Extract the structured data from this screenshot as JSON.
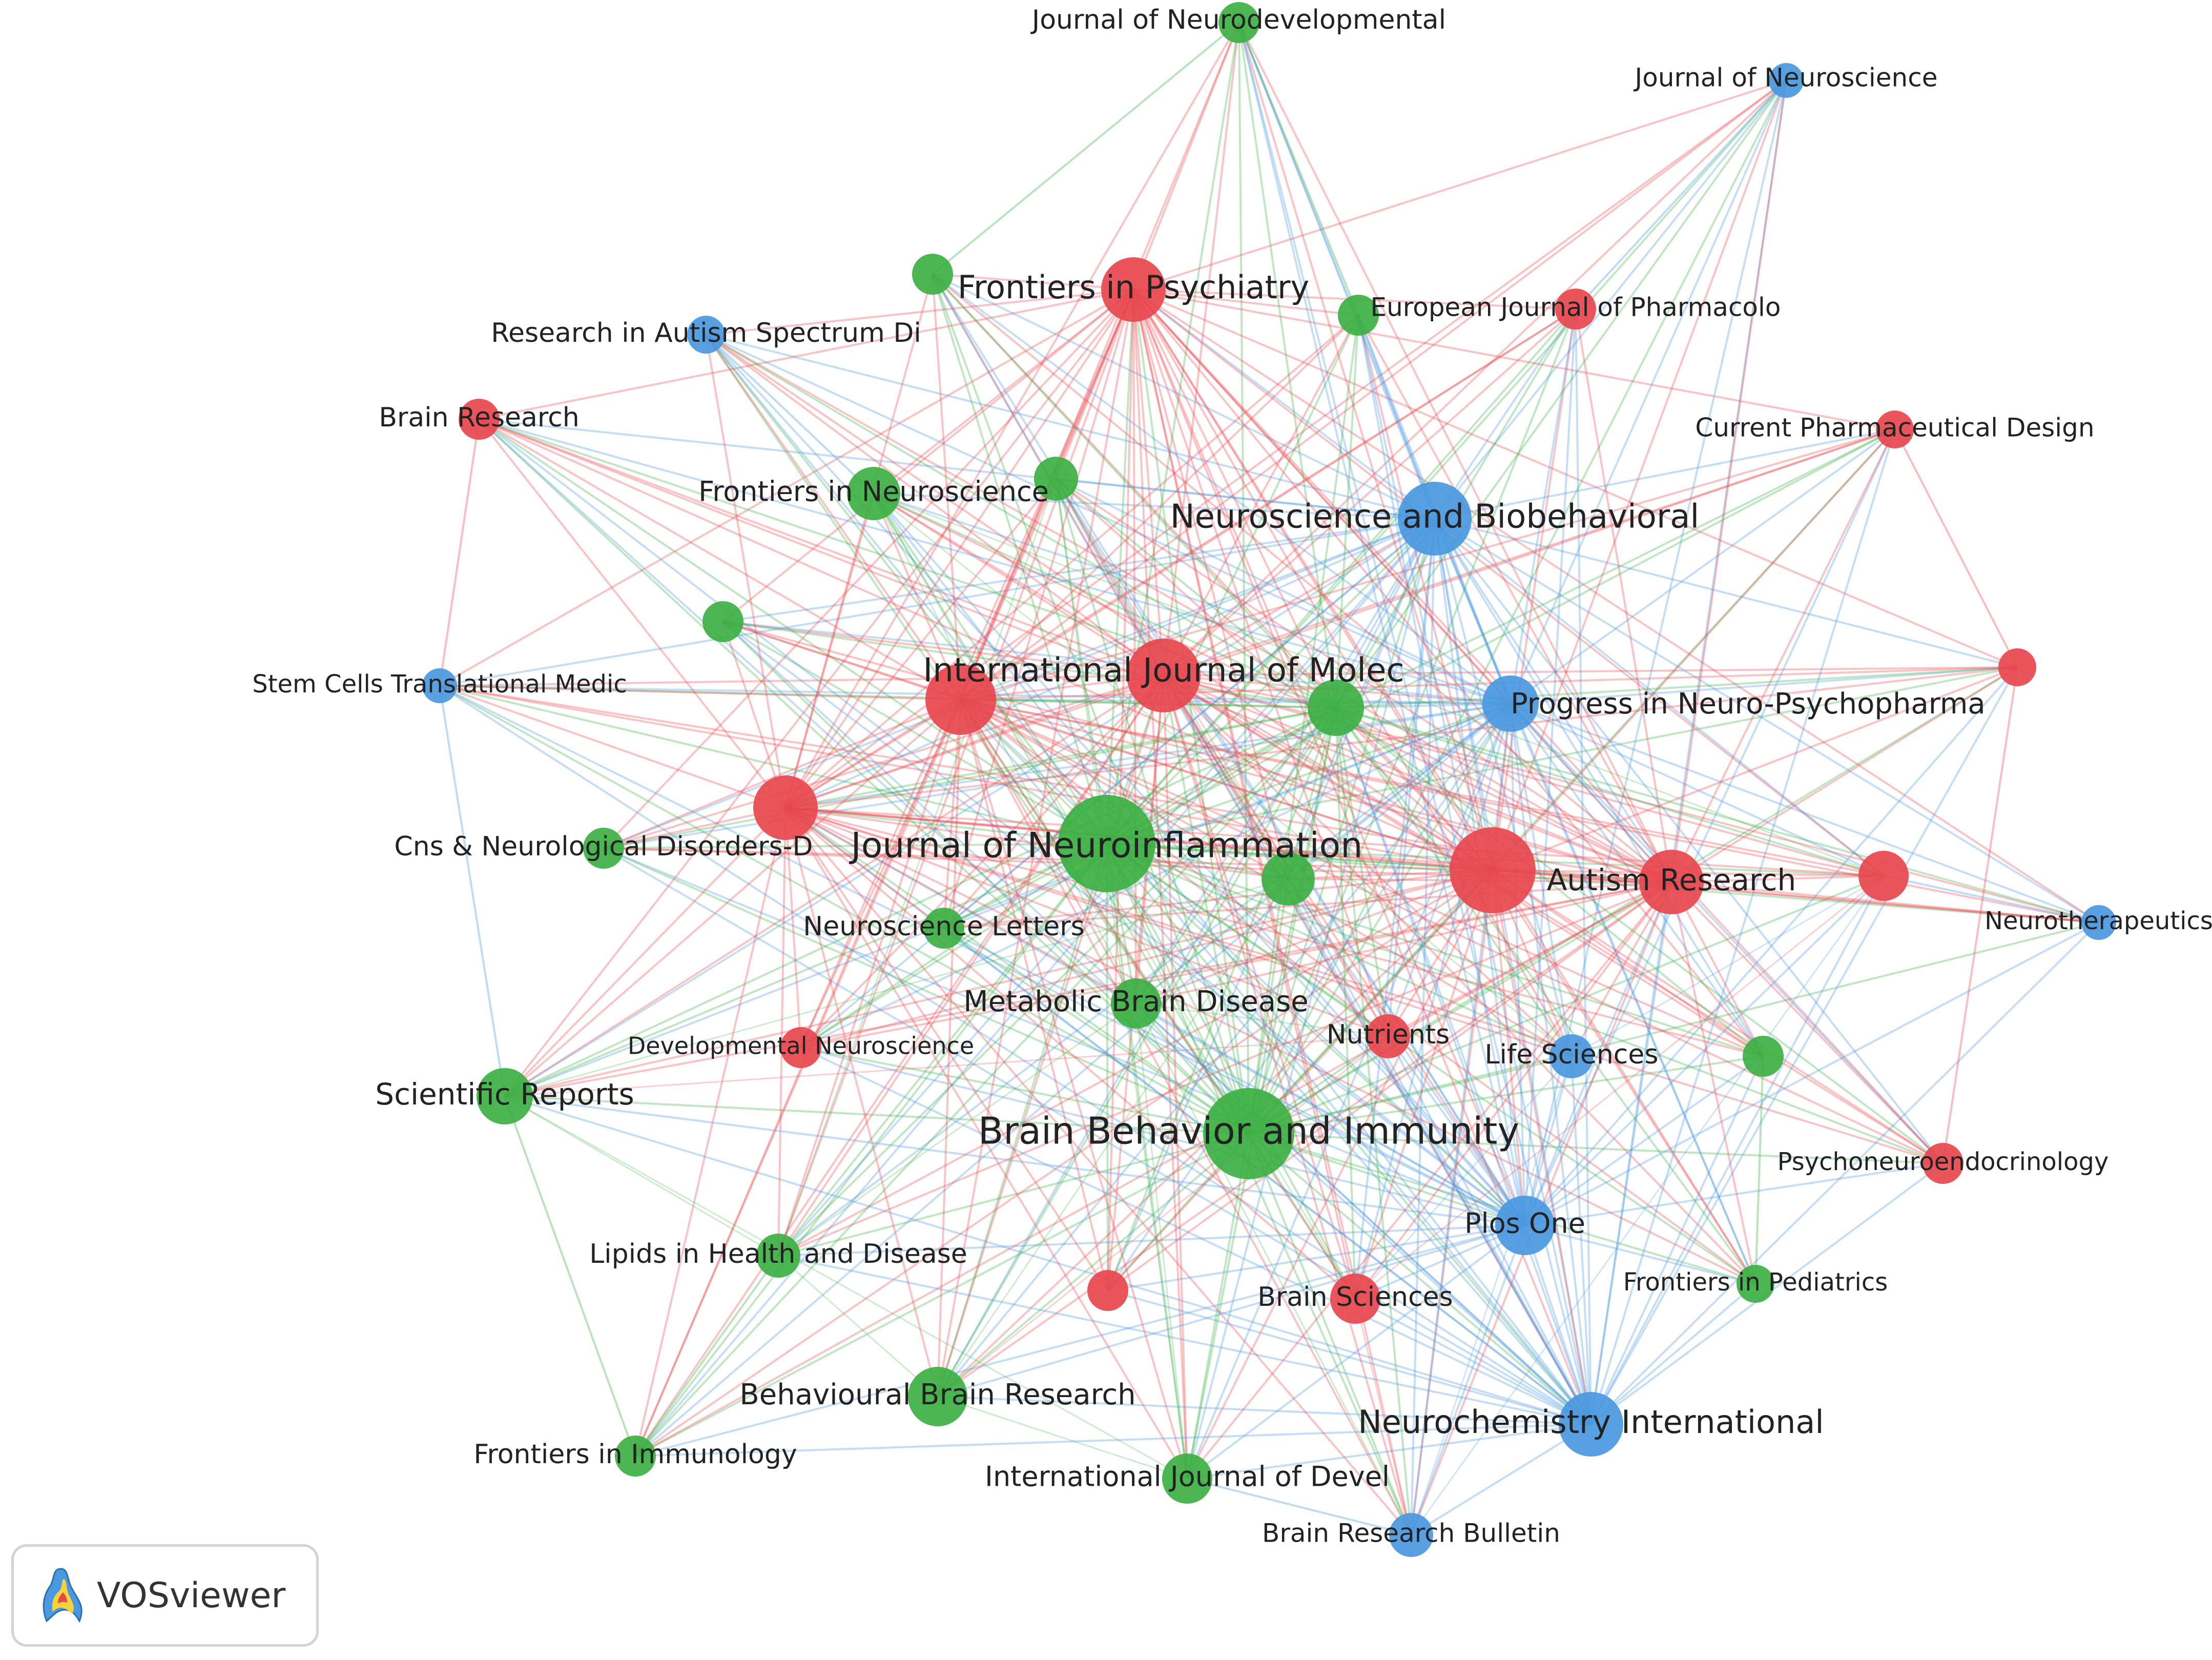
{
  "colors": {
    "cluster_1": "#e8474e",
    "cluster_2": "#3cb043",
    "cluster_3": "#4a98e0",
    "background": "#ffffff"
  },
  "nodes": [
    {
      "id": "j-neurodevelopmental",
      "label": "Journal of Neurodevelopmental",
      "cluster": 2,
      "weight": 0.45
    },
    {
      "id": "j-neuroscience",
      "label": "Journal of Neuroscience",
      "cluster": 3,
      "weight": 0.35
    },
    {
      "id": "frontiers-psychiatry",
      "label": "Frontiers in Psychiatry",
      "cluster": 1,
      "weight": 0.85
    },
    {
      "id": "european-pharmacolo",
      "label": "European Journal of Pharmacolo",
      "cluster": 1,
      "weight": 0.45
    },
    {
      "id": "research-autism",
      "label": "Research in Autism Spectrum Di",
      "cluster": 3,
      "weight": 0.4
    },
    {
      "id": "brain-research",
      "label": "Brain Research",
      "cluster": 1,
      "weight": 0.45
    },
    {
      "id": "current-pharm-design",
      "label": "Current Pharmaceutical Design",
      "cluster": 1,
      "weight": 0.4
    },
    {
      "id": "frontiers-neuroscience",
      "label": "Frontiers in Neuroscience",
      "cluster": 2,
      "weight": 0.65
    },
    {
      "id": "neuro-biobehavioral",
      "label": "Neuroscience and Biobehavioral",
      "cluster": 3,
      "weight": 1.0
    },
    {
      "id": "int-j-molec",
      "label": "International Journal of Molec",
      "cluster": 1,
      "weight": 1.0
    },
    {
      "id": "stem-cells",
      "label": "Stem Cells Translational Medic",
      "cluster": 3,
      "weight": 0.35
    },
    {
      "id": "progress-neuro",
      "label": "Progress in Neuro-Psychopharma",
      "cluster": 3,
      "weight": 0.7
    },
    {
      "id": "j-neuroinflammation",
      "label": "Journal of Neuroinflammation",
      "cluster": 2,
      "weight": 1.4
    },
    {
      "id": "cns-neuro-disorders",
      "label": "Cns & Neurological Disorders-D",
      "cluster": 2,
      "weight": 0.45
    },
    {
      "id": "autism-research",
      "label": "Autism Research",
      "cluster": 1,
      "weight": 0.85
    },
    {
      "id": "neurotherapeutics",
      "label": "Neurotherapeutics",
      "cluster": 3,
      "weight": 0.35
    },
    {
      "id": "neuroscience-letters",
      "label": "Neuroscience Letters",
      "cluster": 2,
      "weight": 0.45
    },
    {
      "id": "metabolic-brain",
      "label": "Metabolic Brain Disease",
      "cluster": 2,
      "weight": 0.6
    },
    {
      "id": "developmental-neuro",
      "label": "Developmental Neuroscience",
      "cluster": 1,
      "weight": 0.45
    },
    {
      "id": "nutrients",
      "label": "Nutrients",
      "cluster": 1,
      "weight": 0.5
    },
    {
      "id": "life-sciences",
      "label": "Life Sciences",
      "cluster": 3,
      "weight": 0.5
    },
    {
      "id": "scientific-reports",
      "label": "Scientific Reports",
      "cluster": 2,
      "weight": 0.7
    },
    {
      "id": "brain-behavior-immunity",
      "label": "Brain Behavior and Immunity",
      "cluster": 2,
      "weight": 1.3
    },
    {
      "id": "psychoneuroendocrinology",
      "label": "Psychoneuroendocrinology",
      "cluster": 1,
      "weight": 0.45
    },
    {
      "id": "plos-one",
      "label": "Plos One",
      "cluster": 3,
      "weight": 0.75
    },
    {
      "id": "lipids-health",
      "label": "Lipids in Health and Disease",
      "cluster": 2,
      "weight": 0.5
    },
    {
      "id": "brain-sciences",
      "label": "Brain Sciences",
      "cluster": 1,
      "weight": 0.6
    },
    {
      "id": "frontiers-pediatrics",
      "label": "Frontiers in Pediatrics",
      "cluster": 2,
      "weight": 0.4
    },
    {
      "id": "behavioural-brain",
      "label": "Behavioural Brain Research",
      "cluster": 2,
      "weight": 0.75
    },
    {
      "id": "neurochemistry-int",
      "label": "Neurochemistry International",
      "cluster": 3,
      "weight": 0.85
    },
    {
      "id": "frontiers-immunology",
      "label": "Frontiers in Immunology",
      "cluster": 2,
      "weight": 0.45
    },
    {
      "id": "int-j-devel",
      "label": "International Journal of Devel",
      "cluster": 2,
      "weight": 0.6
    },
    {
      "id": "brain-research-bulletin",
      "label": "Brain Research Bulletin",
      "cluster": 3,
      "weight": 0.5
    },
    {
      "id": "unlabeled-green-1",
      "label": "",
      "cluster": 2,
      "weight": 0.45
    },
    {
      "id": "unlabeled-green-2",
      "label": "",
      "cluster": 2,
      "weight": 0.45
    },
    {
      "id": "unlabeled-green-3",
      "label": "",
      "cluster": 2,
      "weight": 0.5
    },
    {
      "id": "unlabeled-green-4",
      "label": "",
      "cluster": 2,
      "weight": 0.45
    },
    {
      "id": "unlabeled-green-5",
      "label": "",
      "cluster": 2,
      "weight": 0.7
    },
    {
      "id": "unlabeled-green-6",
      "label": "",
      "cluster": 2,
      "weight": 0.65
    },
    {
      "id": "unlabeled-green-7",
      "label": "",
      "cluster": 2,
      "weight": 0.45
    },
    {
      "id": "unlabeled-red-1",
      "label": "",
      "cluster": 1,
      "weight": 0.95
    },
    {
      "id": "unlabeled-red-2",
      "label": "",
      "cluster": 1,
      "weight": 1.2
    },
    {
      "id": "unlabeled-red-3",
      "label": "",
      "cluster": 1,
      "weight": 0.85
    },
    {
      "id": "unlabeled-red-4",
      "label": "",
      "cluster": 1,
      "weight": 0.6
    },
    {
      "id": "unlabeled-red-5",
      "label": "",
      "cluster": 1,
      "weight": 0.4
    },
    {
      "id": "unlabeled-red-6",
      "label": "",
      "cluster": 1,
      "weight": 0.45
    }
  ],
  "branding": {
    "label": "VOSviewer"
  }
}
